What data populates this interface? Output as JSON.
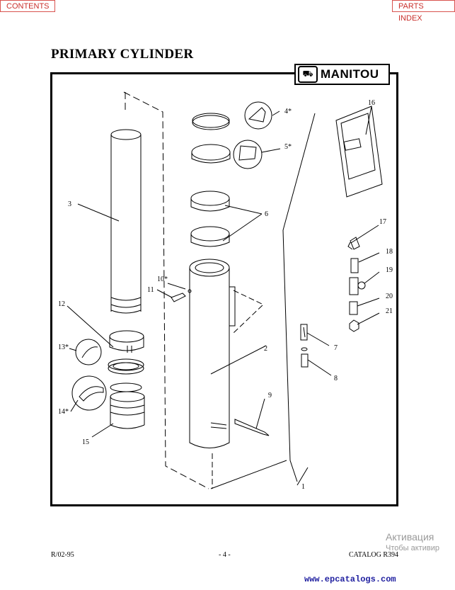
{
  "nav": {
    "contents_label": "CONTENTS",
    "parts_index_label": "PARTS INDEX"
  },
  "page": {
    "title": "PRIMARY CYLINDER",
    "logo_text": "MANITOU"
  },
  "callouts": [
    "1",
    "2",
    "3",
    "4*",
    "5*",
    "6",
    "7",
    "8",
    "9",
    "10*",
    "11",
    "12",
    "13*",
    "14*",
    "15",
    "16",
    "17",
    "18",
    "19",
    "20",
    "21"
  ],
  "footer": {
    "left": "R/02-95",
    "center": "- 4 -",
    "right": "CATALOG R394"
  },
  "watermark": {
    "line1": "Активация",
    "line2": "Чтобы активир"
  },
  "website": "www.epcatalogs.com"
}
